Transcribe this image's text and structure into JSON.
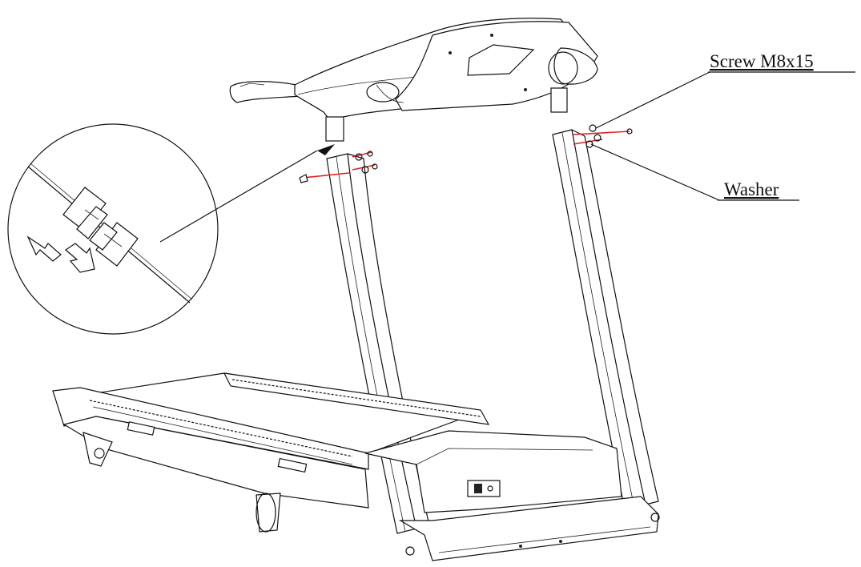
{
  "callouts": {
    "screw": "Screw M8x15",
    "washer": "Washer"
  },
  "colors": {
    "line": "#111111",
    "fastener_highlight": "#e02020",
    "background": "#ffffff"
  },
  "icons": {
    "detail": "magnified-connector-detail",
    "arrows": "push-together-arrows"
  }
}
